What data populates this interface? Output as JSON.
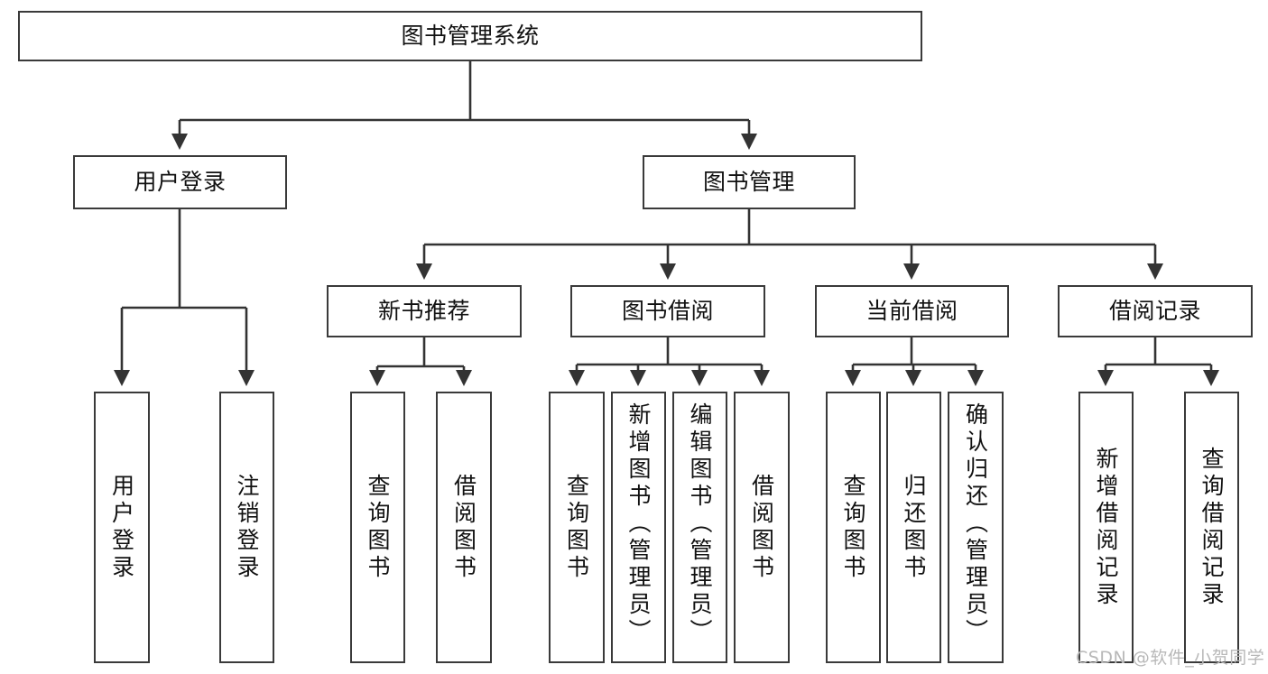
{
  "diagram": {
    "title": "图书管理系统",
    "type": "tree-hierarchy",
    "root": {
      "id": "root",
      "label": "图书管理系统"
    },
    "level2": [
      {
        "id": "user-login",
        "label": "用户登录"
      },
      {
        "id": "book-manage",
        "label": "图书管理"
      }
    ],
    "level3": [
      {
        "id": "new-book-rec",
        "label": "新书推荐",
        "parent": "book-manage"
      },
      {
        "id": "book-borrow",
        "label": "图书借阅",
        "parent": "book-manage"
      },
      {
        "id": "current-borrow",
        "label": "当前借阅",
        "parent": "book-manage"
      },
      {
        "id": "borrow-record",
        "label": "借阅记录",
        "parent": "book-manage"
      }
    ],
    "leaves": [
      {
        "id": "leaf-user-login",
        "label": "用户登录",
        "parent": "user-login"
      },
      {
        "id": "leaf-logout",
        "label": "注销登录",
        "parent": "user-login"
      },
      {
        "id": "leaf-query-book-1",
        "label": "查询图书",
        "parent": "new-book-rec"
      },
      {
        "id": "leaf-borrow-book-1",
        "label": "借阅图书",
        "parent": "new-book-rec"
      },
      {
        "id": "leaf-query-book-2",
        "label": "查询图书",
        "parent": "book-borrow"
      },
      {
        "id": "leaf-add-book",
        "label": "新增图书（管理员）",
        "parent": "book-borrow"
      },
      {
        "id": "leaf-edit-book",
        "label": "编辑图书（管理员）",
        "parent": "book-borrow"
      },
      {
        "id": "leaf-borrow-book-2",
        "label": "借阅图书",
        "parent": "book-borrow"
      },
      {
        "id": "leaf-query-book-3",
        "label": "查询图书",
        "parent": "current-borrow"
      },
      {
        "id": "leaf-return-book",
        "label": "归还图书",
        "parent": "current-borrow"
      },
      {
        "id": "leaf-confirm-return",
        "label": "确认归还（管理员）",
        "parent": "current-borrow"
      },
      {
        "id": "leaf-add-record",
        "label": "新增借阅记录",
        "parent": "borrow-record"
      },
      {
        "id": "leaf-query-record",
        "label": "查询借阅记录",
        "parent": "borrow-record"
      }
    ],
    "watermark": "CSDN @软件_小贺同学",
    "colors": {
      "border": "#3a3a3a",
      "text": "#111111",
      "background": "#ffffff",
      "edge": "#333333",
      "watermark": "#b8b8b8"
    }
  }
}
